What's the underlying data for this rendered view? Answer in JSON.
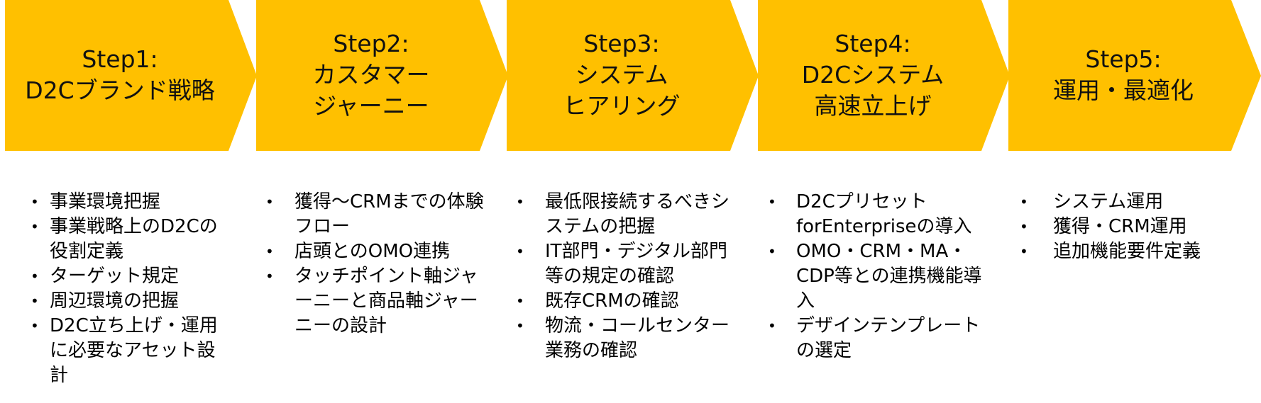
{
  "accent_color": "#FFC000",
  "steps": [
    {
      "title_1": "Step1:",
      "title_2": "D2Cブランド戦略",
      "items": [
        "事業環境把握",
        "事業戦略上のD2Cの役割定義",
        "ターゲット規定",
        "周辺環境の把握",
        "D2C立ち上げ・運用に必要なアセット設計"
      ]
    },
    {
      "title_1": "Step2:",
      "title_2": "カスタマー",
      "title_3": "ジャーニー",
      "items": [
        "獲得～CRMまでの体験フロー",
        "店頭とのOMO連携",
        "タッチポイント軸ジャーニーと商品軸ジャーニーの設計"
      ]
    },
    {
      "title_1": "Step3:",
      "title_2": "システム",
      "title_3": "ヒアリング",
      "items": [
        "最低限接続するべきシステムの把握",
        "IT部門・デジタル部門等の規定の確認",
        "既存CRMの確認",
        "物流・コールセンター業務の確認"
      ]
    },
    {
      "title_1": "Step4:",
      "title_2": "D2Cシステム",
      "title_3": "高速立上げ",
      "items": [
        "D2Cプリセット forEnterpriseの導入",
        "OMO・CRM・MA・CDP等との連携機能導入",
        "デザインテンプレートの選定"
      ]
    },
    {
      "title_1": "Step5:",
      "title_2": "運用・最適化",
      "items": [
        "システム運用",
        "獲得・CRM運用",
        "追加機能要件定義"
      ]
    }
  ]
}
